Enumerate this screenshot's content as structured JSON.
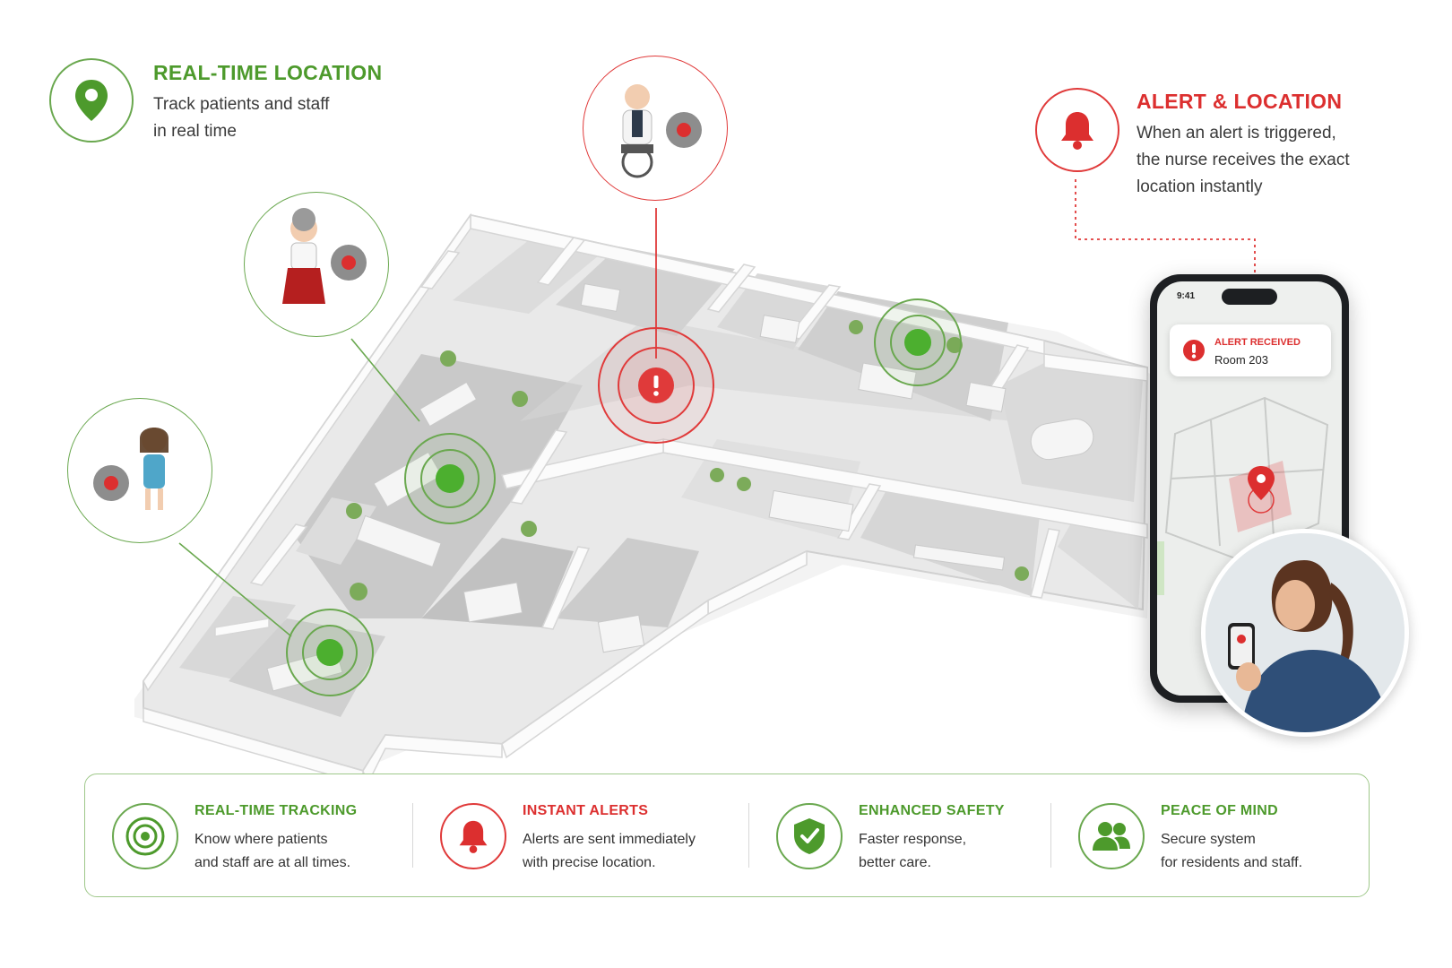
{
  "colors": {
    "green": "#4d9a2c",
    "red": "#dc2f2f",
    "panel_border": "#9fc88a"
  },
  "realtime": {
    "title": "REAL-TIME LOCATION",
    "text_line1": "Track patients and staff",
    "text_line2": "in real time",
    "icon": "location-pin-icon"
  },
  "alert_location": {
    "title": "ALERT & LOCATION",
    "text_line1": "When an alert is triggered,",
    "text_line2": "the nurse receives the exact",
    "text_line3": "location instantly",
    "icon": "bell-icon"
  },
  "phone": {
    "time": "9:41",
    "notification_title": "ALERT RECEIVED",
    "notification_room": "Room 203"
  },
  "features": [
    {
      "title": "REAL-TIME TRACKING",
      "line1": "Know where patients",
      "line2": "and staff are at all times.",
      "icon": "target-icon",
      "color": "green"
    },
    {
      "title": "INSTANT ALERTS",
      "line1": "Alerts are sent immediately",
      "line2": "with precise location.",
      "icon": "bell-icon",
      "color": "red"
    },
    {
      "title": "ENHANCED SAFETY",
      "line1": "Faster response,",
      "line2": "better care.",
      "icon": "shield-check-icon",
      "color": "green"
    },
    {
      "title": "PEACE OF MIND",
      "line1": "Secure system",
      "line2": "for residents and staff.",
      "icon": "people-icon",
      "color": "green"
    }
  ]
}
